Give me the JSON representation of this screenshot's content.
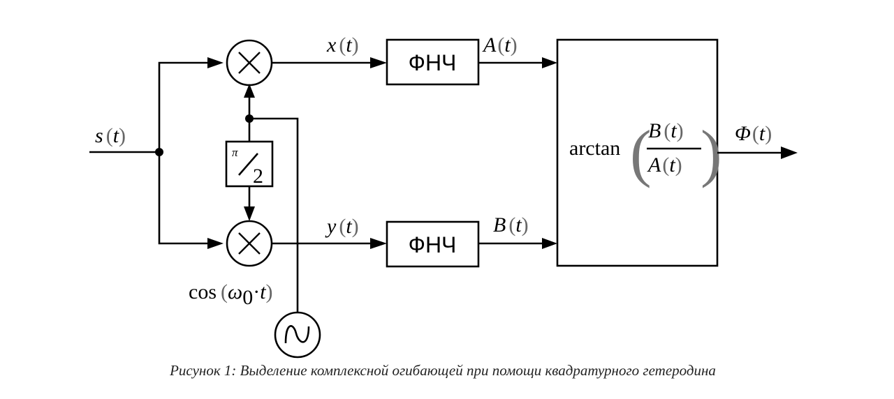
{
  "diagram": {
    "title": "Quadrature heterodyne complex envelope extraction",
    "signals": {
      "input": {
        "name": "s",
        "arg": "t"
      },
      "x": {
        "name": "x",
        "arg": "t"
      },
      "y": {
        "name": "y",
        "arg": "t"
      },
      "a": {
        "name": "A",
        "arg": "t"
      },
      "b": {
        "name": "B",
        "arg": "t"
      },
      "output": {
        "name": "Φ",
        "arg": "t"
      }
    },
    "blocks": {
      "lpf_top": "ФНЧ",
      "lpf_bottom": "ФНЧ",
      "phase_shift": {
        "numerator": "π",
        "denominator": "2"
      },
      "mixer_symbol": "×",
      "arctan": {
        "func": "arctan",
        "numerator": "B",
        "denominator": "A",
        "arg": "t"
      }
    },
    "oscillator": {
      "label_func": "cos",
      "omega": "ω",
      "omega_sub": "0",
      "dot": "·",
      "arg": "t"
    },
    "caption": "Рисунок 1: Выделение комплексной огибающей при помощи квадратурного гетеродина"
  }
}
